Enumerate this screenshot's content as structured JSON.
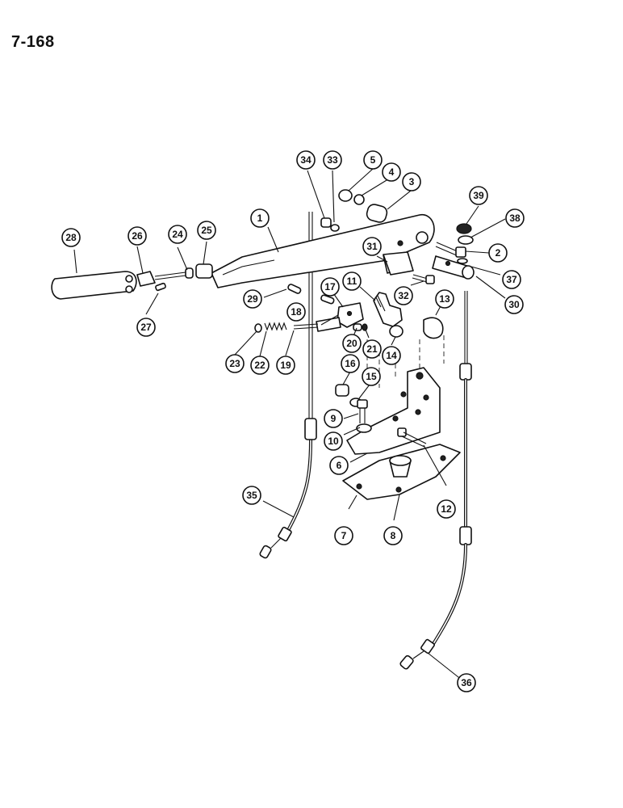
{
  "page": {
    "number": "7-168"
  },
  "callouts": [
    {
      "label": "1"
    },
    {
      "label": "2"
    },
    {
      "label": "3"
    },
    {
      "label": "4"
    },
    {
      "label": "5"
    },
    {
      "label": "6"
    },
    {
      "label": "7"
    },
    {
      "label": "8"
    },
    {
      "label": "9"
    },
    {
      "label": "10"
    },
    {
      "label": "11"
    },
    {
      "label": "12"
    },
    {
      "label": "13"
    },
    {
      "label": "14"
    },
    {
      "label": "15"
    },
    {
      "label": "16"
    },
    {
      "label": "17"
    },
    {
      "label": "18"
    },
    {
      "label": "19"
    },
    {
      "label": "20"
    },
    {
      "label": "21"
    },
    {
      "label": "22"
    },
    {
      "label": "23"
    },
    {
      "label": "24"
    },
    {
      "label": "25"
    },
    {
      "label": "26"
    },
    {
      "label": "27"
    },
    {
      "label": "28"
    },
    {
      "label": "29"
    },
    {
      "label": "30"
    },
    {
      "label": "31"
    },
    {
      "label": "32"
    },
    {
      "label": "33"
    },
    {
      "label": "34"
    },
    {
      "label": "35"
    },
    {
      "label": "36"
    },
    {
      "label": "37"
    },
    {
      "label": "38"
    },
    {
      "label": "39"
    }
  ]
}
